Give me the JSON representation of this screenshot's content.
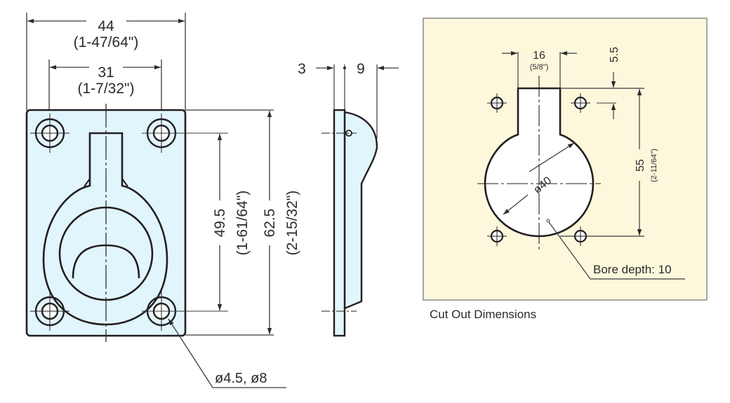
{
  "colors": {
    "part_fill": "#e1f5fc",
    "cutout_bg": "#fdf8dc",
    "cutout_fill": "#ffffff",
    "outline": "#231f20",
    "dim_line": "#3a3a3a",
    "panel_border": "#8a8a8a"
  },
  "front_view": {
    "overall_width": {
      "mm": "44",
      "inch": "(1-47/64\")"
    },
    "hole_spacing_width": {
      "mm": "31",
      "inch": "(1-7/32\")"
    },
    "hole_spacing_height": {
      "mm": "49.5",
      "inch": "(1-61/64\")"
    },
    "overall_height": {
      "mm": "62.5",
      "inch": "(2-15/32\")"
    },
    "hole_callout": "ø4.5, ø8"
  },
  "side_view": {
    "plate_thickness": "3",
    "total_depth": "9"
  },
  "cutout": {
    "caption": "Cut Out Dimensions",
    "slot_width": {
      "mm": "16",
      "inch": "(5/8\")"
    },
    "slot_offset": "5.5",
    "total_height": {
      "mm": "55",
      "inch": "(2-11/64\")"
    },
    "diameter": "ø40",
    "bore_note": "Bore depth: 10"
  }
}
